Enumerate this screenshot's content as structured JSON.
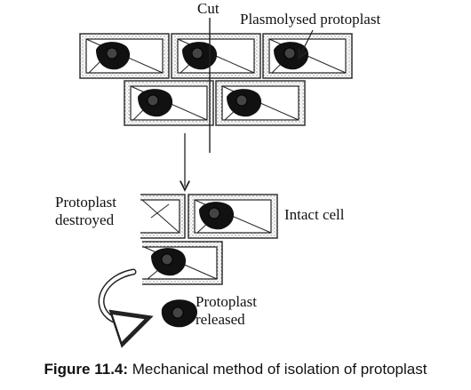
{
  "labels": {
    "cut": "Cut",
    "plasmolysed": "Plasmolysed protoplast",
    "destroyed_line1": "Protoplast",
    "destroyed_line2": "destroyed",
    "intact": "Intact cell",
    "released_line1": "Protoplast",
    "released_line2": "released"
  },
  "caption": {
    "figure_number": "Figure 11.4:",
    "text": " Mechanical method of isolation of protoplast"
  },
  "colors": {
    "wall": "#222222",
    "cell_fill": "#ffffff",
    "protoplast": "#111111"
  }
}
